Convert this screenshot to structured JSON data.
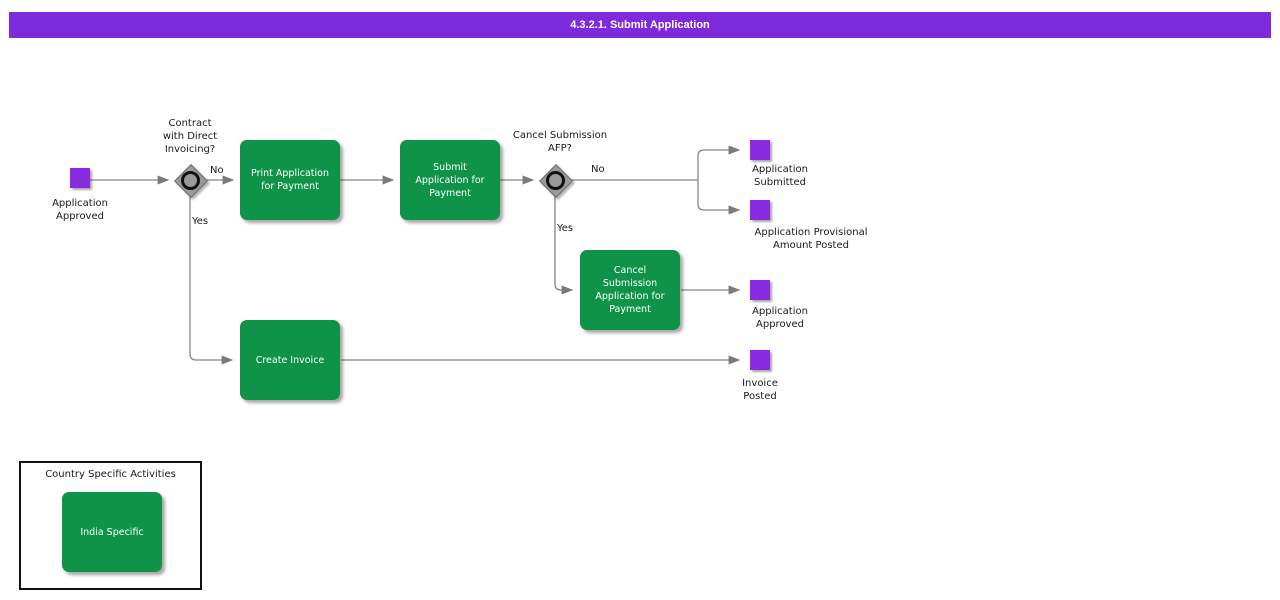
{
  "title": "4.3.2.1. Submit Application",
  "colors": {
    "banner": "#7D2BDC",
    "event": "#8A2BE2",
    "task": "#0E9348",
    "connector": "#858585",
    "gateway": "#9A9A9A"
  },
  "gateways": [
    {
      "question": [
        "Contract",
        "with Direct",
        "Invoicing?"
      ],
      "no": "No",
      "yes": "Yes"
    },
    {
      "question": [
        "Cancel Submission",
        "AFP?"
      ],
      "no": "No",
      "yes": "Yes"
    }
  ],
  "tasks": [
    {
      "label": [
        "Print Application",
        "for Payment"
      ]
    },
    {
      "label": [
        "Submit",
        "Application for",
        "Payment"
      ]
    },
    {
      "label": [
        "Cancel",
        "Submission",
        "Application for",
        "Payment"
      ]
    },
    {
      "label": [
        "Create Invoice"
      ]
    }
  ],
  "events": [
    {
      "label": [
        "Application",
        "Approved"
      ]
    },
    {
      "label": [
        "Application",
        "Submitted"
      ]
    },
    {
      "label": [
        "Application Provisional",
        "Amount Posted"
      ]
    },
    {
      "label": [
        "Application",
        "Approved"
      ]
    },
    {
      "label": [
        "Invoice",
        "Posted"
      ]
    }
  ],
  "legend": {
    "title": "Country Specific Activities",
    "item": "India Specific"
  }
}
